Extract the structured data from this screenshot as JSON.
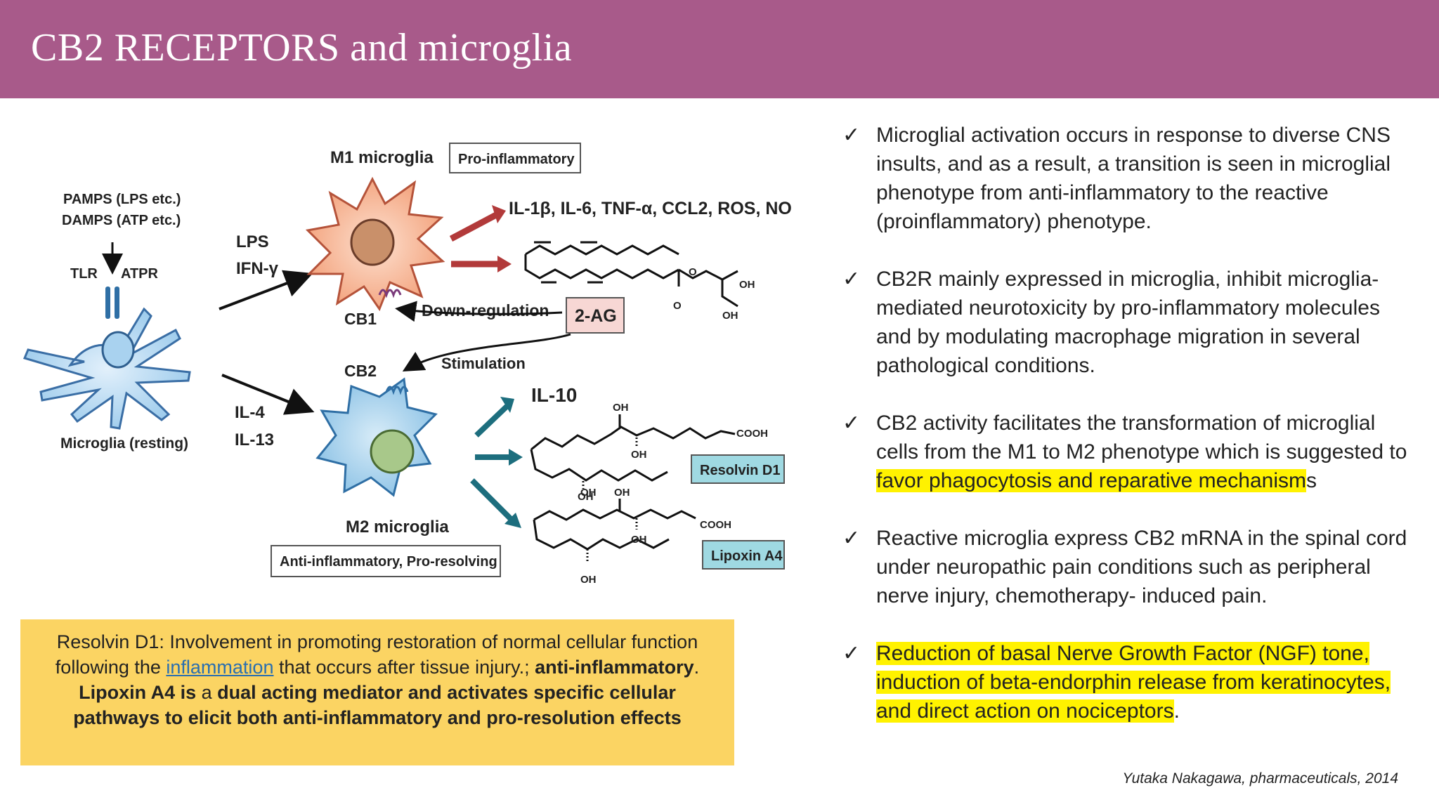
{
  "title": "CB2 RECEPTORS and microglia",
  "colors": {
    "header": "#a85a8a",
    "note_bg": "#fbd463",
    "highlight": "#fff200",
    "arrow_red": "#b23a3a",
    "arrow_teal": "#1d6e7e"
  },
  "diagram": {
    "pamps": "PAMPS (LPS etc.)",
    "damps": "DAMPS (ATP etc.)",
    "tlr": "TLR",
    "atpr": "ATPR",
    "resting_label": "Microglia (resting)",
    "lps": "LPS",
    "ifn": "IFN-γ",
    "il4": "IL-4",
    "il13": "IL-13",
    "m1_label": "M1 microglia",
    "pro_inflammatory": "Pro-inflammatory",
    "m1_outputs": "IL-1β, IL-6, TNF-α, CCL2, ROS, NO",
    "cb1": "CB1",
    "down_regulation": "Down-regulation",
    "two_ag": "2-AG",
    "stimulation": "Stimulation",
    "cb2": "CB2",
    "il10": "IL-10",
    "m2_label": "M2 microglia",
    "anti_inflammatory": "Anti-inflammatory, Pro-resolving",
    "resolvin": "Resolvin D1",
    "lipoxin": "Lipoxin A4",
    "oh": "OH",
    "o": "O",
    "cooh": "COOH"
  },
  "note": {
    "line1": "Resolvin D1: Involvement in promoting restoration of normal cellular function following the ",
    "link": "inflammation",
    "line1_end": " that occurs after tissue injury.; ",
    "bold1": "anti-inflammatory",
    "period": ".",
    "bold2": "Lipoxin A4 is",
    "a_word": " a ",
    "bold3": "dual acting mediator and activates specific cellular pathways to elicit both anti-inflammatory and pro-resolution effects"
  },
  "bullets": {
    "b1": "Microglial activation occurs in response to diverse CNS insults, and as a result, a transition is seen in microglial phenotype from anti-inflammatory to the reactive (proinflammatory) phenotype.",
    "b2": "CB2R mainly expressed in microglia, inhibit microglia-mediated neurotoxicity by pro-inflammatory molecules and by modulating macrophage migration in several pathological conditions.",
    "b3_pre": "CB2 activity facilitates the transformation of microglial cells from the M1 to M2 phenotype which is suggested to ",
    "b3_hl": "favor phagocytosis and reparative mechanism",
    "b3_post": "s",
    "b4": "Reactive microglia express CB2 mRNA in the spinal cord under neuropathic pain conditions such as peripheral nerve injury, chemotherapy- induced pain.",
    "b5_hl": "Reduction of basal Nerve Growth Factor (NGF) tone, induction of beta-endorphin release from keratinocytes, and direct action on nociceptors",
    "b5_post": ".",
    "check": "✓"
  },
  "citation": "Yutaka Nakagawa, pharmaceuticals, 2014"
}
